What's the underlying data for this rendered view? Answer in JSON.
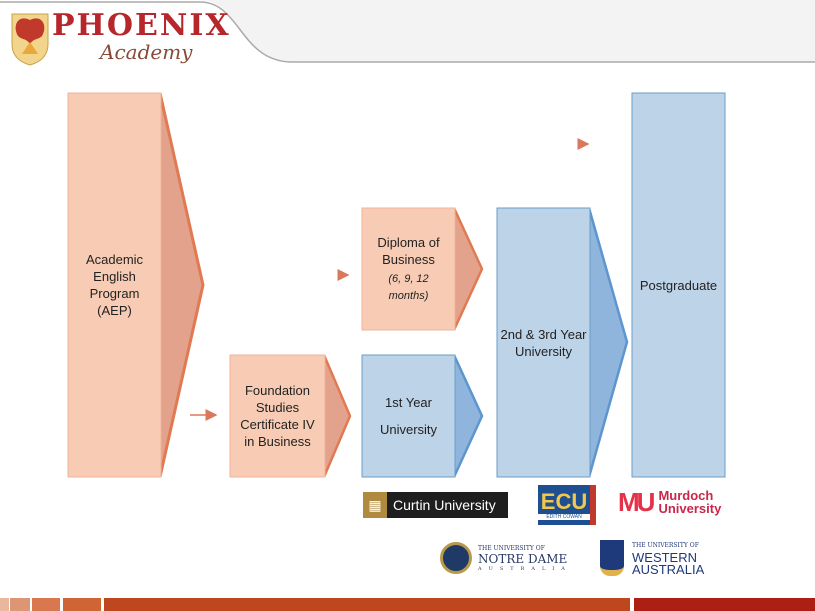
{
  "header": {
    "brand_title": "PHOENIX",
    "brand_subtitle": "Academy"
  },
  "diagram": {
    "aep": {
      "lines": [
        "Academic",
        "English",
        "Program",
        "(AEP)"
      ]
    },
    "foundation": {
      "lines": [
        "Foundation",
        "Studies",
        "Certificate IV",
        "in Business"
      ]
    },
    "diploma": {
      "lines": [
        "Diploma of",
        "Business"
      ],
      "duration": "(6, 9, 12 months)"
    },
    "first_year": {
      "lines": [
        "1st Year",
        "University"
      ]
    },
    "second_third": {
      "label": "2nd & 3rd Year University"
    },
    "postgraduate": {
      "label": "Postgraduate"
    },
    "colors": {
      "orange_fill": "#f8ccb4",
      "orange_chevron": "#e3a28b",
      "orange_edge": "#e07a52",
      "blue_fill": "#bdd3e8",
      "blue_chevron": "#8fb5dc",
      "blue_edge": "#5d95cf"
    }
  },
  "partners": {
    "curtin": "Curtin University",
    "ecu": "ECU",
    "ecu_sub": "EDITH COWAN",
    "murdoch_mark": "MU",
    "murdoch": [
      "Murdoch",
      "University"
    ],
    "notre_dame": [
      "THE UNIVERSITY OF",
      "NOTRE DAME",
      "AUSTRALIA"
    ],
    "uwa": [
      "THE UNIVERSITY OF",
      "WESTERN",
      "AUSTRALIA"
    ]
  }
}
